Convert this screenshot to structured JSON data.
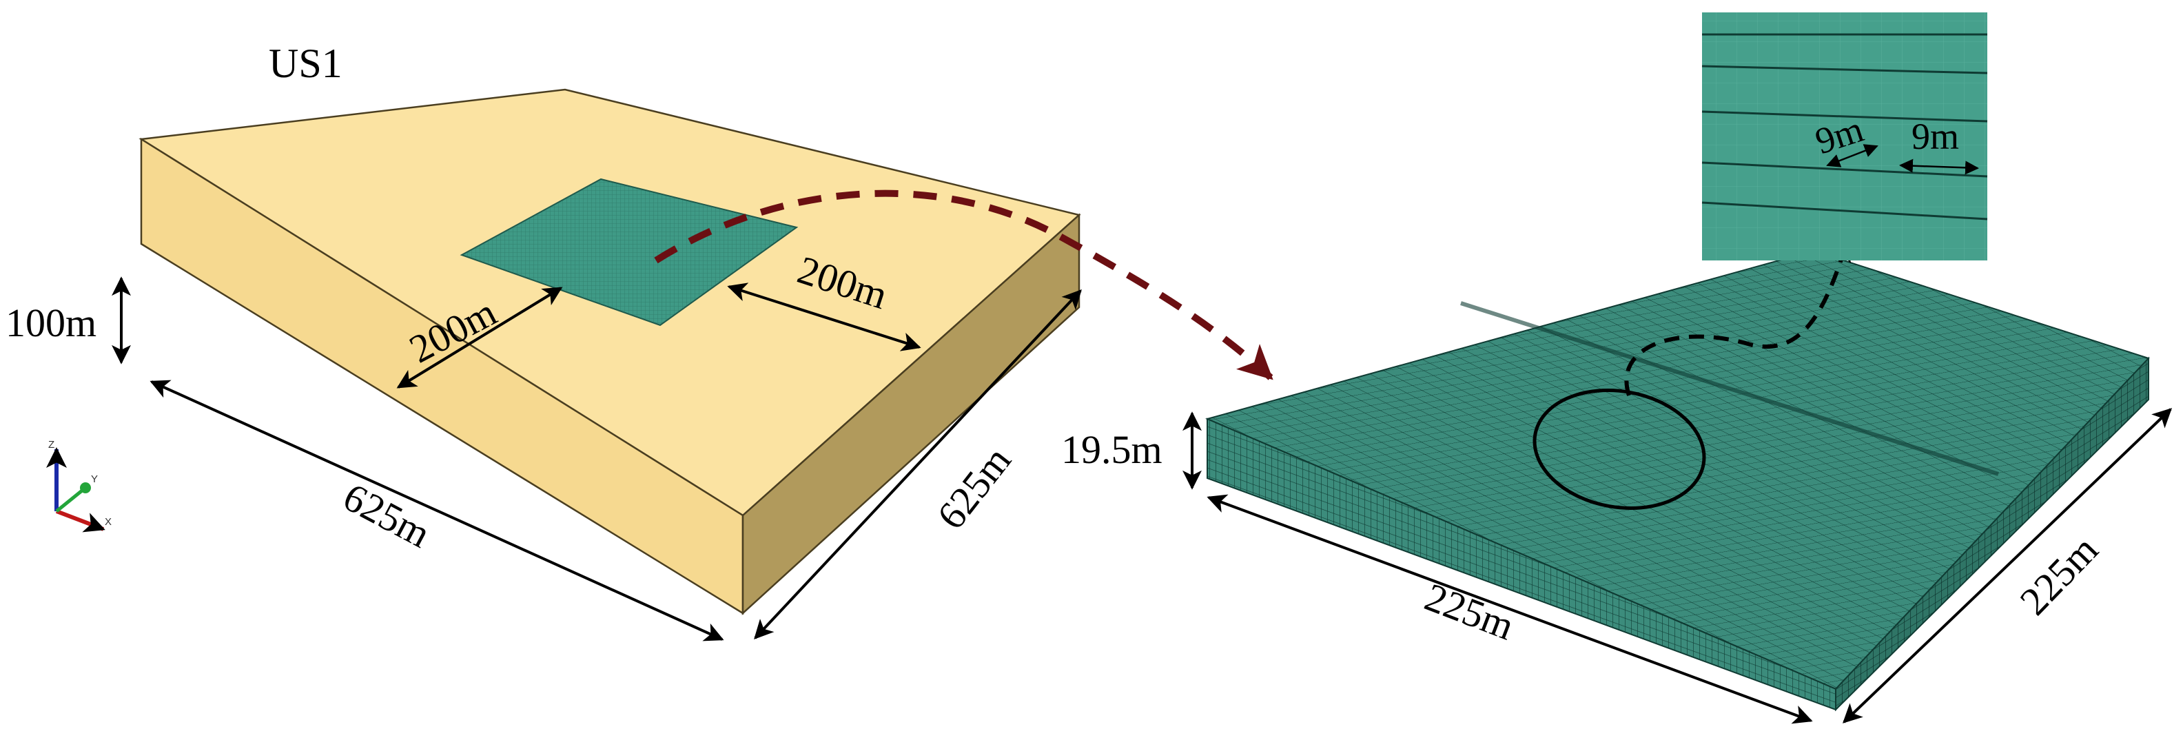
{
  "title": "US1",
  "left_model": {
    "depth_label": "100m",
    "inner_left_label": "200m",
    "inner_right_label": "200m",
    "width_front_label": "625m",
    "width_side_label": "625m",
    "block_color": "#fbe3a2",
    "block_side_color": "#f5d98e",
    "block_right_color": "#b19a5c",
    "patch_color": "#3f9a86"
  },
  "right_model": {
    "depth_label": "19.5m",
    "width_front_label": "225m",
    "width_side_label": "225m",
    "mesh_color": "#3c8c7c",
    "mesh_line_color": "#0f3b33"
  },
  "zoom_inset": {
    "label_left": "9m",
    "label_right": "9m",
    "bg_color": "#46a08c"
  },
  "axes": {
    "z": "Z",
    "y": "Y",
    "x": "X"
  },
  "connector_color": "#6b0f12"
}
